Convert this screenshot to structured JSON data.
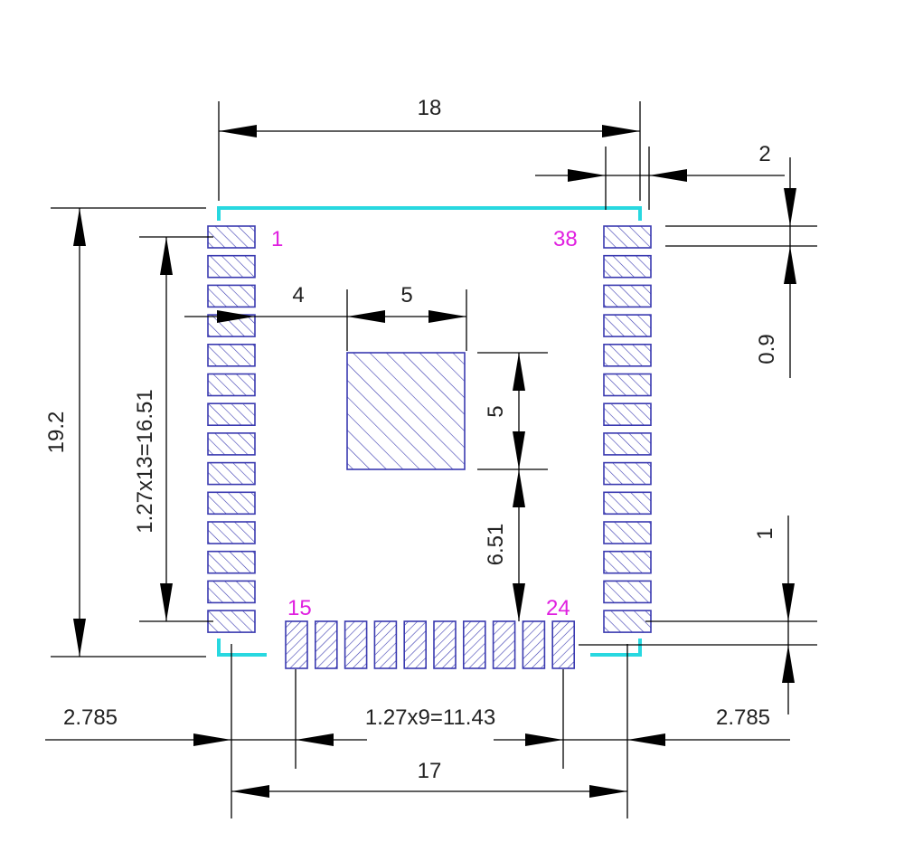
{
  "dimensions": {
    "top_width": "18",
    "right_offset": "2",
    "overall_height": "19.2",
    "pin_span_vertical": "1.27x13=16.51",
    "pad_edge_offset": "4",
    "epad_width": "5",
    "epad_height": "5",
    "epad_bottom_offset": "6.51",
    "pad_width": "0.9",
    "pad_length": "1",
    "bottom_left_offset": "2.785",
    "bottom_right_offset": "2.785",
    "pin_span_horizontal": "1.27x9=11.43",
    "bottom_width": "17"
  },
  "pins": {
    "first": "1",
    "left_bottom": "15",
    "bottom_last": "24",
    "right_top": "38"
  },
  "colors": {
    "outline": "#28d8e0",
    "pad": "#3a3ab0",
    "pin_label": "#e020e0",
    "dimension": "#000000"
  }
}
